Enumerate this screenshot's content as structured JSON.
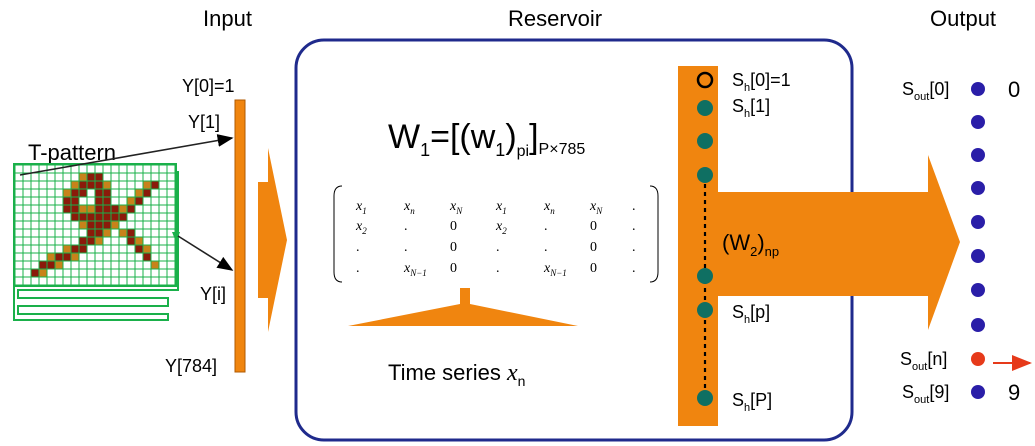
{
  "headers": {
    "input": "Input",
    "reservoir": "Reservoir",
    "output": "Output"
  },
  "input": {
    "pattern_label": "T-pattern",
    "y0": "Y[0]=1",
    "y1": "Y[1]",
    "yi": "Y[i]",
    "y784": "Y[784]"
  },
  "reservoir": {
    "w1": {
      "main": "W",
      "sub1": "1",
      "mid": "=[(w",
      "sub2": "1",
      "close": ")",
      "sub3": "pi",
      "close2": "]",
      "sub4": "P×785"
    },
    "matrix": {
      "rows": [
        [
          "x1",
          "xn",
          "xN",
          "x1",
          "xn",
          "xN",
          "."
        ],
        [
          "x2",
          ".",
          "0",
          "x2",
          ".",
          "0",
          "."
        ],
        [
          ".",
          ".",
          "0",
          ".",
          ".",
          "0",
          "."
        ],
        [
          ".",
          "xN−1",
          "0",
          ".",
          "xN−1",
          "0",
          "."
        ]
      ]
    },
    "time_series": {
      "text": "Time series ",
      "var": "x",
      "sub": "n"
    },
    "w2": {
      "open": "(W",
      "sub1": "2",
      "close": ")",
      "sub2": "np"
    },
    "nodes": {
      "sh0": {
        "main": "S",
        "sub": "h",
        "rest": "[0]=1"
      },
      "sh1": {
        "main": "S",
        "sub": "h",
        "rest": "[1]"
      },
      "shp": {
        "main": "S",
        "sub": "h",
        "rest": "[p]"
      },
      "shP": {
        "main": "S",
        "sub": "h",
        "rest": "[P]"
      }
    }
  },
  "output": {
    "s0": {
      "main": "S",
      "sub": "out",
      "rest": "[0]",
      "value": "0"
    },
    "sn": {
      "main": "S",
      "sub": "out",
      "rest": "[n]"
    },
    "s9": {
      "main": "S",
      "sub": "out",
      "rest": "[9]",
      "value": "9"
    }
  },
  "colors": {
    "orange": "#f0850f",
    "reservoir_border": "#1f2a8c",
    "node_teal": "#0f6f62",
    "output_dot": "#2a1ea8",
    "output_active": "#e63a1a",
    "grid_green": "#1ab04a",
    "pattern_dark": "#8b1a0a",
    "pattern_mid": "#c8821a"
  }
}
